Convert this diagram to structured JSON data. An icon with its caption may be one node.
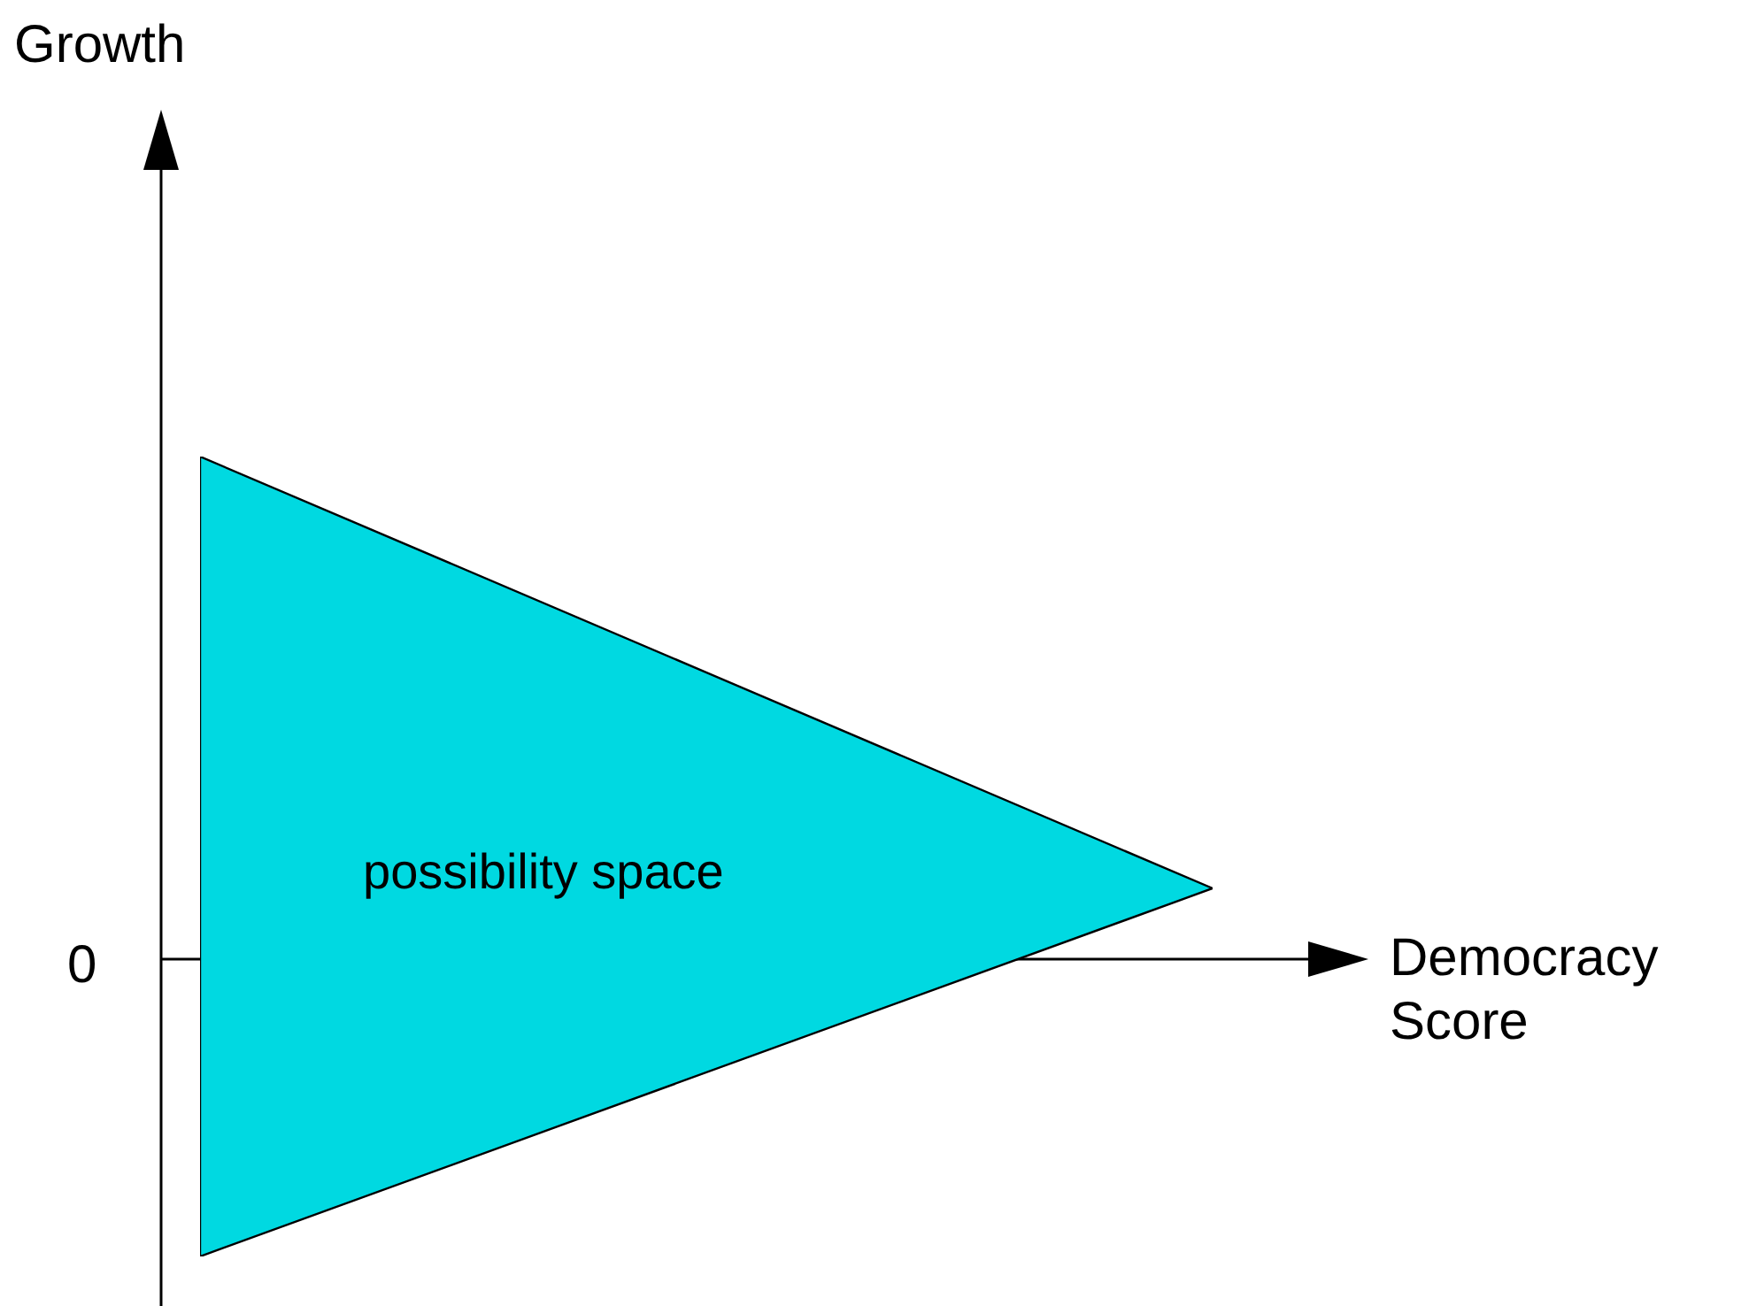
{
  "diagram": {
    "nodes": [
      {
        "text": [
          "possibility space"
        ]
      }
    ],
    "labels": [
      "Growth",
      "0",
      "Democracy Score"
    ]
  }
}
